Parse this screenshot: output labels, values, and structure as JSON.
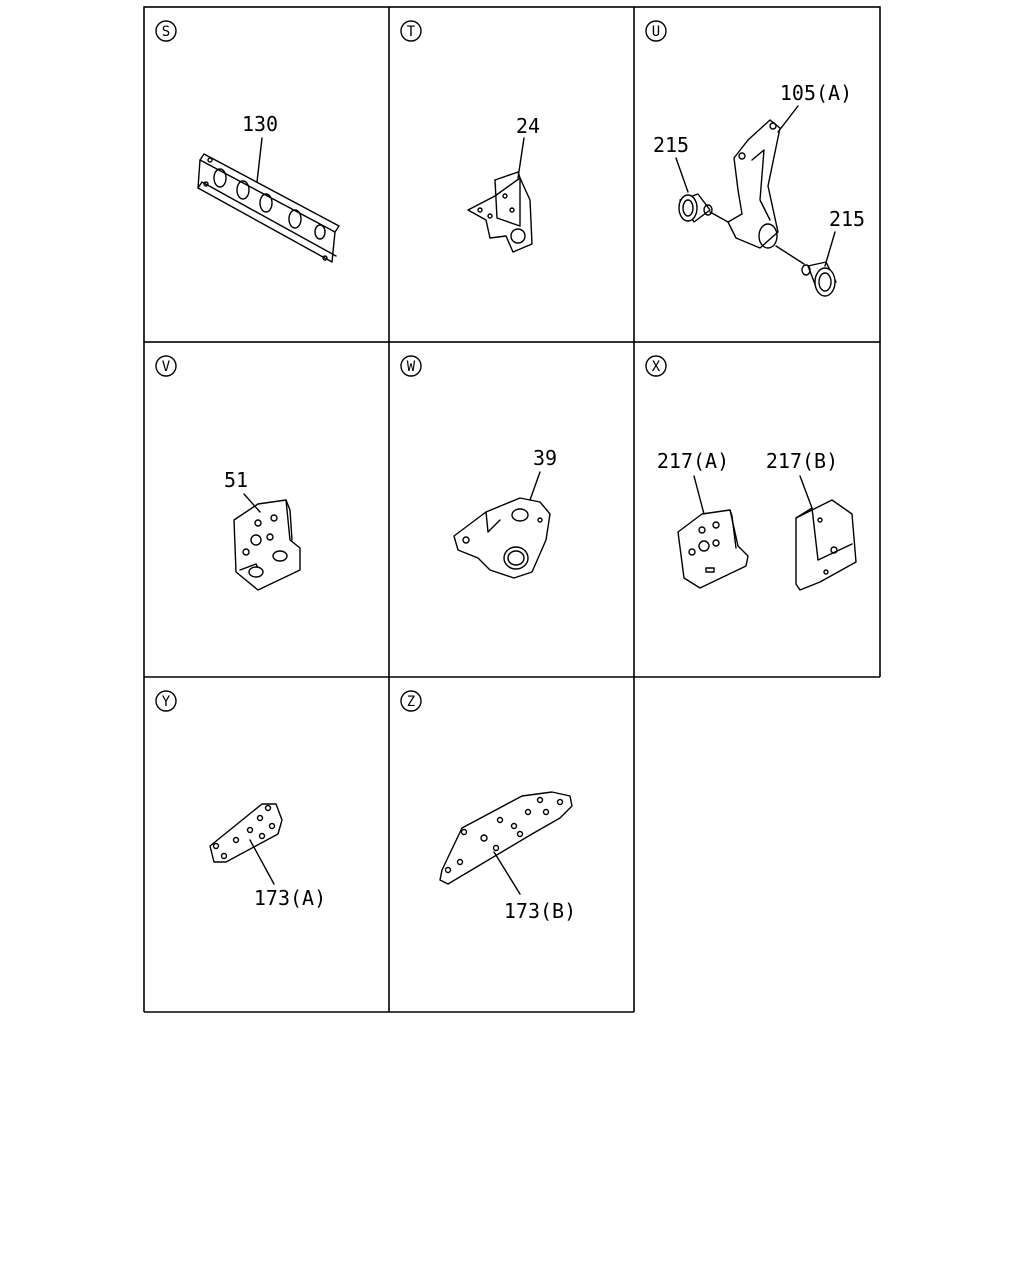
{
  "panels": [
    {
      "id": "S",
      "parts": [
        "130"
      ]
    },
    {
      "id": "T",
      "parts": [
        "24"
      ]
    },
    {
      "id": "U",
      "parts": [
        "105(A)",
        "215",
        "215"
      ]
    },
    {
      "id": "V",
      "parts": [
        "51"
      ]
    },
    {
      "id": "W",
      "parts": [
        "39"
      ]
    },
    {
      "id": "X",
      "parts": [
        "217(A)",
        "217(B)"
      ]
    },
    {
      "id": "Y",
      "parts": [
        "173(A)"
      ]
    },
    {
      "id": "Z",
      "parts": [
        "173(B)"
      ]
    }
  ]
}
